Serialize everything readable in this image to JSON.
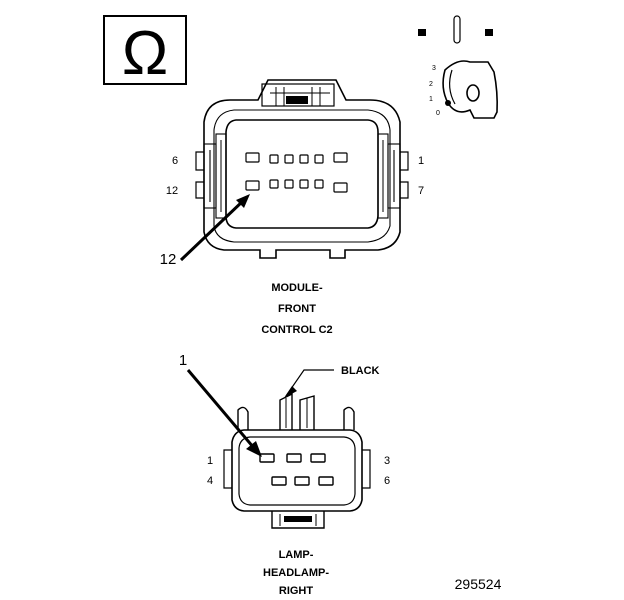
{
  "top_connector": {
    "title_lines": [
      "MODULE-",
      "FRONT",
      "CONTROL C2"
    ],
    "pin_left_top": "6",
    "pin_left_bottom": "12",
    "pin_right_top": "1",
    "pin_right_bottom": "7",
    "callout": "12"
  },
  "bottom_connector": {
    "title_lines": [
      "LAMP-",
      "HEADLAMP-",
      "RIGHT"
    ],
    "color_label": "BLACK",
    "pin_left_top": "1",
    "pin_left_bottom": "4",
    "pin_right_top": "3",
    "pin_right_bottom": "6",
    "callout": "1"
  },
  "ignition_key": {
    "positions": [
      "3",
      "2",
      "1",
      "0"
    ]
  },
  "ohm_symbol": "Ω",
  "figure_number": "295524"
}
